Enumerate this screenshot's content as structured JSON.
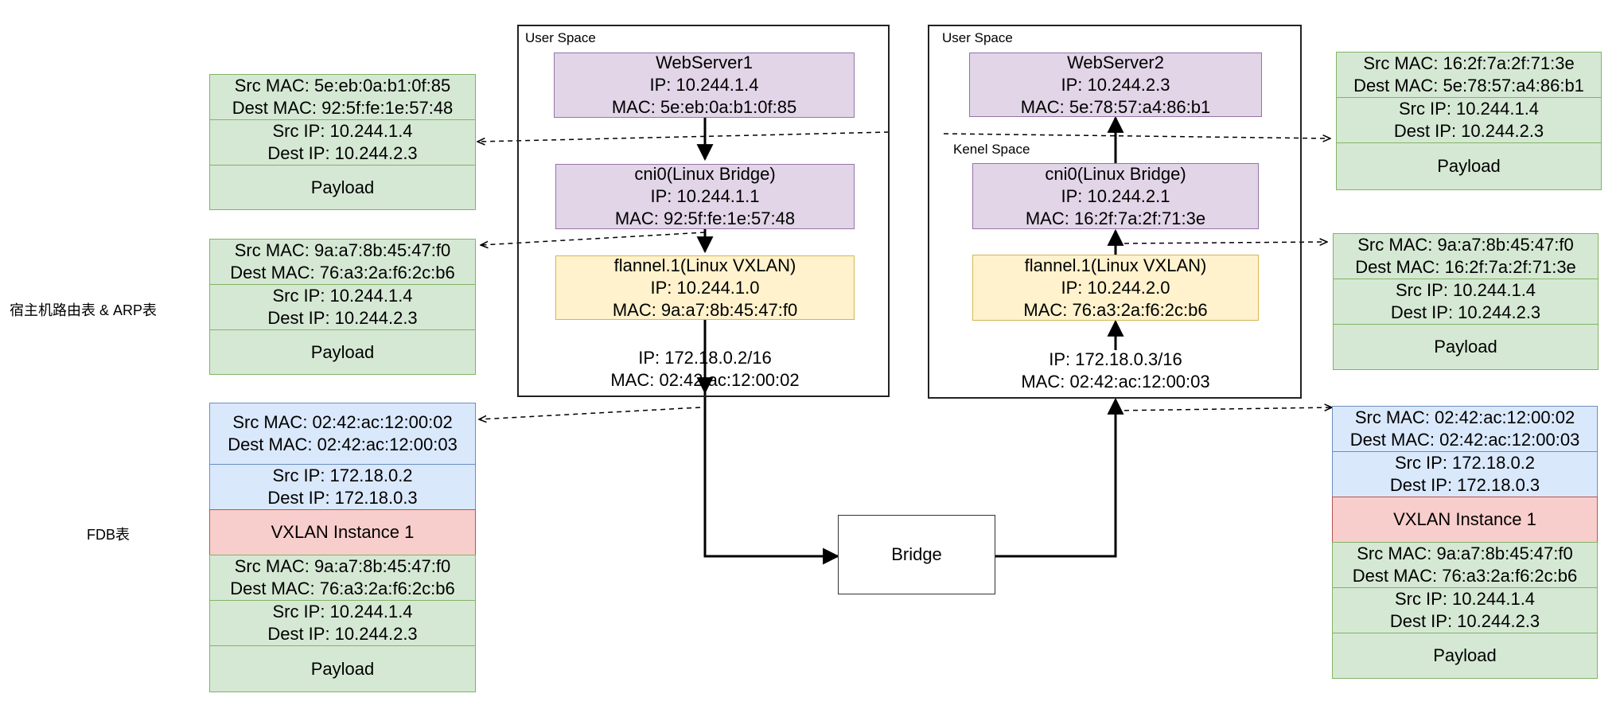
{
  "left_host": {
    "user_space_label": "User Space",
    "webserver": {
      "name": "WebServer1",
      "ip": "IP: 10.244.1.4",
      "mac": "MAC: 5e:eb:0a:b1:0f:85"
    },
    "cni0": {
      "name": "cni0(Linux Bridge)",
      "ip": "IP: 10.244.1.1",
      "mac": "MAC: 92:5f:fe:1e:57:48"
    },
    "flannel": {
      "name": "flannel.1(Linux VXLAN)",
      "ip": "IP: 10.244.1.0",
      "mac": "MAC: 9a:a7:8b:45:47:f0"
    },
    "eth": {
      "ip": "IP: 172.18.0.2/16",
      "mac": "MAC: 02:42:ac:12:00:02"
    }
  },
  "right_host": {
    "user_space_label": "User Space",
    "kernel_space_label": "Kenel Space",
    "webserver": {
      "name": "WebServer2",
      "ip": "IP: 10.244.2.3",
      "mac": "MAC: 5e:78:57:a4:86:b1"
    },
    "cni0": {
      "name": "cni0(Linux Bridge)",
      "ip": "IP: 10.244.2.1",
      "mac": "MAC: 16:2f:7a:2f:71:3e"
    },
    "flannel": {
      "name": "flannel.1(Linux VXLAN)",
      "ip": "IP: 10.244.2.0",
      "mac": "MAC: 76:a3:2a:f6:2c:b6"
    },
    "eth": {
      "ip": "IP: 172.18.0.3/16",
      "mac": "MAC: 02:42:ac:12:00:03"
    }
  },
  "bridge": {
    "label": "Bridge"
  },
  "notes": {
    "route_arp": "宿主机路由表 & ARP表",
    "fdb": "FDB表"
  },
  "left_packets": {
    "p1": {
      "mac_src": "Src MAC: 5e:eb:0a:b1:0f:85",
      "mac_dst": "Dest MAC: 92:5f:fe:1e:57:48",
      "ip_src": "Src IP: 10.244.1.4",
      "ip_dst": "Dest IP: 10.244.2.3",
      "payload": "Payload"
    },
    "p2": {
      "mac_src": "Src MAC: 9a:a7:8b:45:47:f0",
      "mac_dst": "Dest MAC: 76:a3:2a:f6:2c:b6",
      "ip_src": "Src IP: 10.244.1.4",
      "ip_dst": "Dest IP: 10.244.2.3",
      "payload": "Payload"
    },
    "p3": {
      "outer_mac_src": "Src MAC: 02:42:ac:12:00:02",
      "outer_mac_dst": "Dest MAC: 02:42:ac:12:00:03",
      "outer_ip_src": "Src IP: 172.18.0.2",
      "outer_ip_dst": "Dest IP: 172.18.0.3",
      "vxlan": "VXLAN Instance 1",
      "mac_src": "Src MAC: 9a:a7:8b:45:47:f0",
      "mac_dst": "Dest MAC: 76:a3:2a:f6:2c:b6",
      "ip_src": "Src IP: 10.244.1.4",
      "ip_dst": "Dest IP: 10.244.2.3",
      "payload": "Payload"
    }
  },
  "right_packets": {
    "p1": {
      "mac_src": "Src MAC: 16:2f:7a:2f:71:3e",
      "mac_dst": "Dest MAC: 5e:78:57:a4:86:b1",
      "ip_src": "Src IP: 10.244.1.4",
      "ip_dst": "Dest IP: 10.244.2.3",
      "payload": "Payload"
    },
    "p2": {
      "mac_src": "Src MAC: 9a:a7:8b:45:47:f0",
      "mac_dst": "Dest MAC: 16:2f:7a:2f:71:3e",
      "ip_src": "Src IP: 10.244.1.4",
      "ip_dst": "Dest IP: 10.244.2.3",
      "payload": "Payload"
    },
    "p3": {
      "outer_mac_src": "Src MAC: 02:42:ac:12:00:02",
      "outer_mac_dst": "Dest MAC: 02:42:ac:12:00:03",
      "outer_ip_src": "Src IP: 172.18.0.2",
      "outer_ip_dst": "Dest IP: 172.18.0.3",
      "vxlan": "VXLAN Instance 1",
      "mac_src": "Src MAC: 9a:a7:8b:45:47:f0",
      "mac_dst": "Dest MAC: 76:a3:2a:f6:2c:b6",
      "ip_src": "Src IP: 10.244.1.4",
      "ip_dst": "Dest IP: 10.244.2.3",
      "payload": "Payload"
    }
  },
  "colors": {
    "purple_fill": "#e1d5e7",
    "yellow_fill": "#fff2cc",
    "green_fill": "#d5e8d4",
    "blue_fill": "#dae8fc",
    "red_fill": "#f8cecc"
  }
}
